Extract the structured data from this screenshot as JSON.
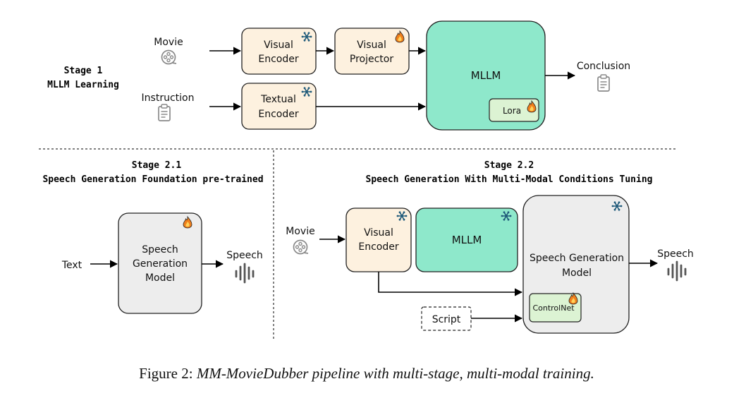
{
  "stage1": {
    "title_line1": "Stage 1",
    "title_line2": "MLLM Learning",
    "input_movie": "Movie",
    "input_instruction": "Instruction",
    "visual_encoder": [
      "Visual",
      "Encoder"
    ],
    "visual_projector": [
      "Visual",
      "Projector"
    ],
    "textual_encoder": [
      "Textual",
      "Encoder"
    ],
    "mllm": "MLLM",
    "lora": "Lora",
    "output": "Conclusion"
  },
  "stage21": {
    "title_line1": "Stage 2.1",
    "title_line2": "Speech Generation Foundation pre-trained",
    "input_text": "Text",
    "model": [
      "Speech",
      "Generation",
      "Model"
    ],
    "output": "Speech"
  },
  "stage22": {
    "title_line1": "Stage 2.2",
    "title_line2": "Speech Generation With Multi-Modal Conditions Tuning",
    "input_movie": "Movie",
    "visual_encoder": [
      "Visual",
      "Encoder"
    ],
    "mllm": "MLLM",
    "model": [
      "Speech Generation",
      "Model"
    ],
    "controlnet": "ControlNet",
    "script": "Script",
    "output": "Speech"
  },
  "caption": {
    "label": "Figure 2:",
    "text": "MM-MovieDubber pipeline with multi-stage, multi-modal training."
  },
  "colors": {
    "encoder_fill": "#fdf1df",
    "mllm_fill": "#8ee8cb",
    "model_fill": "#ededed",
    "adapter_fill": "#dcf3d3",
    "snowflake": "#1f5a7a",
    "flame": "#f07f1c"
  }
}
